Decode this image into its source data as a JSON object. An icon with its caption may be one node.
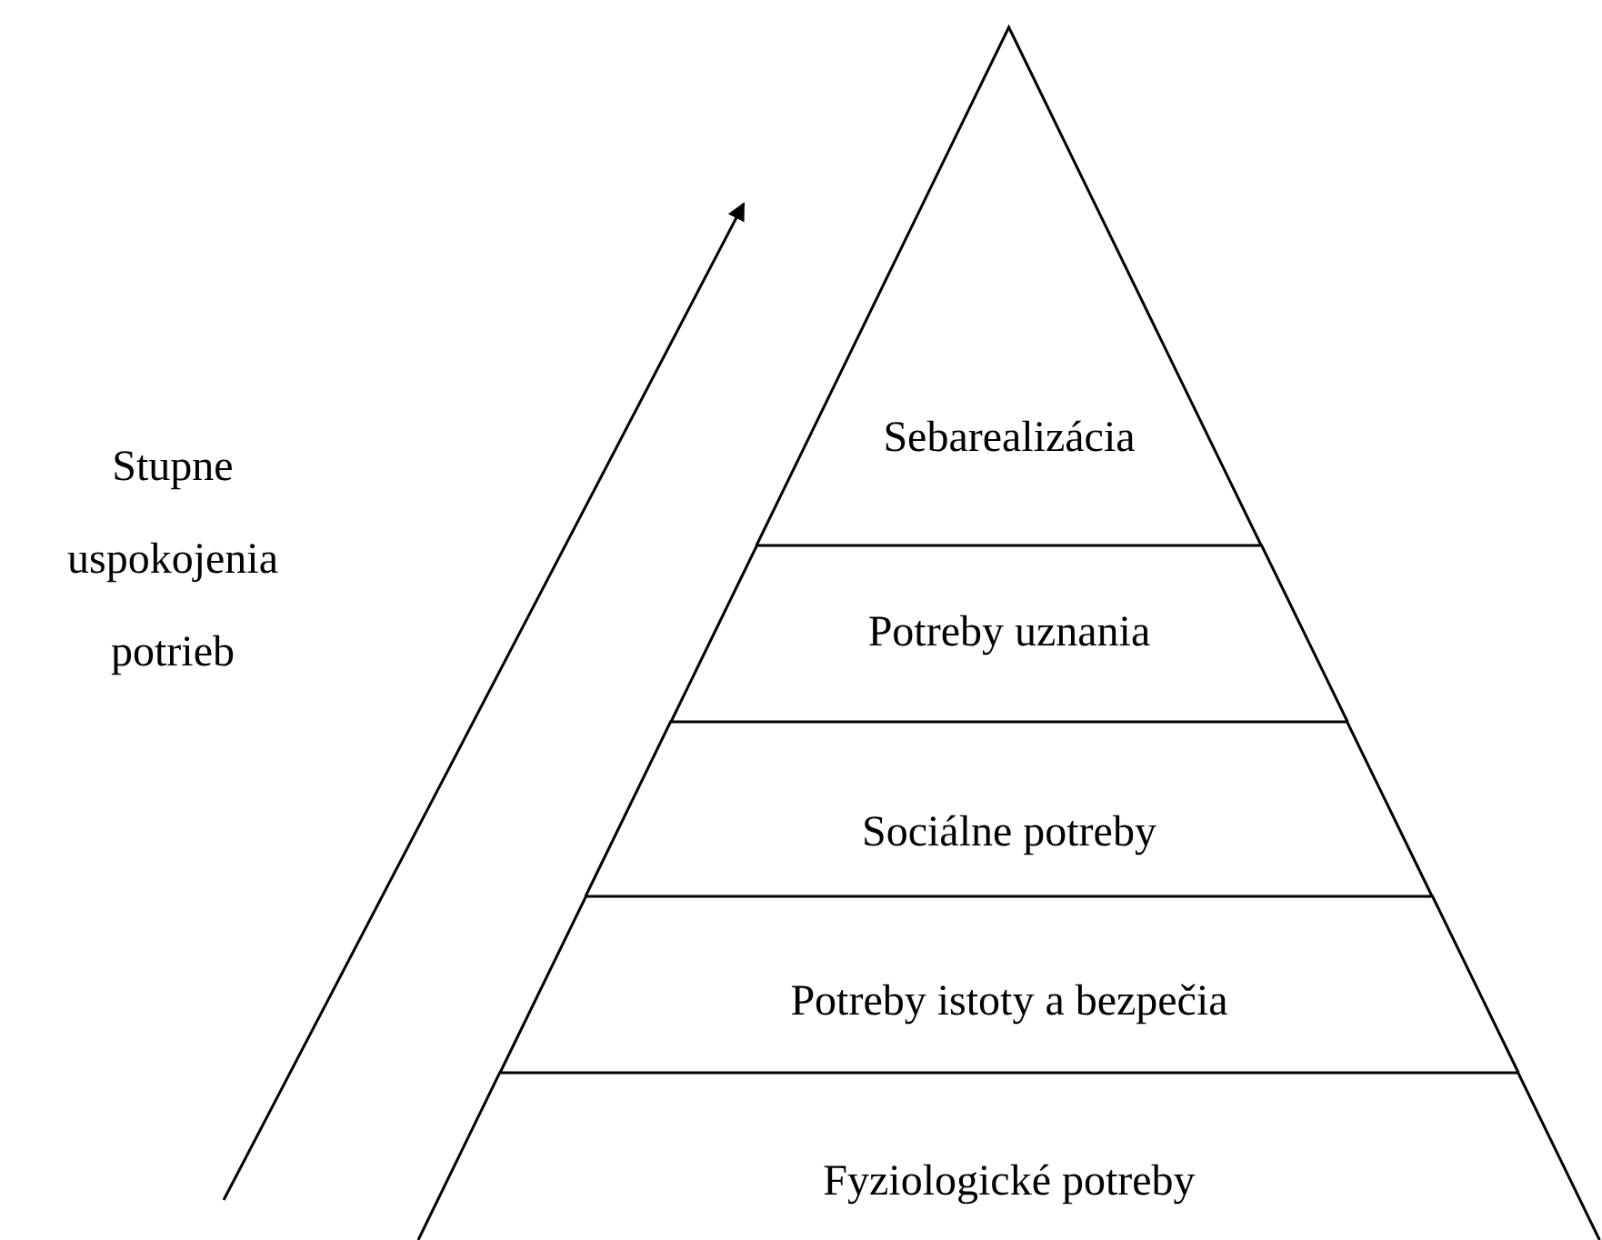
{
  "diagram": {
    "nodes": [
      {
        "text": [
          "Sebarealizácia"
        ]
      },
      {
        "text": [
          "Potreby uznania"
        ]
      },
      {
        "text": [
          "Sociálne potreby"
        ]
      },
      {
        "text": [
          "Potreby istoty a bezpečia"
        ]
      },
      {
        "text": [
          "Fyziologické potreby"
        ]
      }
    ],
    "labels": [
      "Stupne uspokojenia potrieb"
    ]
  }
}
